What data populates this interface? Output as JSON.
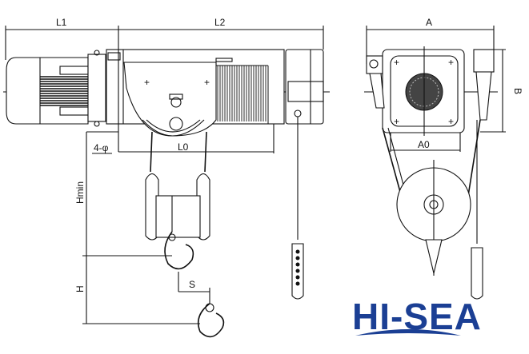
{
  "labels": {
    "l1": "L1",
    "l2": "L2",
    "l0": "L0",
    "holes": "4-φ",
    "hmin": "Hmin",
    "h": "H",
    "s": "S",
    "a": "A",
    "a0": "A0",
    "b": "B"
  },
  "logo": {
    "text": "HI-SEA",
    "color": "#1b3f94"
  }
}
